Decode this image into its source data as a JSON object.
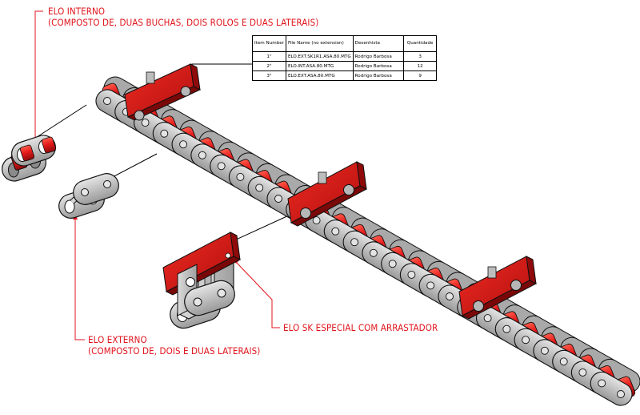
{
  "labels": {
    "elo_interno_title": "ELO INTERNO",
    "elo_interno_sub": "(COMPOSTO DE, DUAS BUCHAS, DOIS ROLOS E DUAS LATERAIS)",
    "elo_externo_title": "ELO EXTERNO",
    "elo_externo_sub": "(COMPOSTO DE, DOIS E DUAS LATERAIS)",
    "elo_sk_especial": "ELO SK ESPECIAL COM ARRASTADOR"
  },
  "bom": {
    "headers": {
      "item": "Item Number",
      "file": "File Name (no extension)",
      "designer": "Desenhista",
      "qty": "Quantidade"
    },
    "rows": [
      {
        "item": "1\"",
        "file": "ELO.EXT.SK1R1.ASA.80.MTG",
        "designer": "Rodrigo Barbosa",
        "qty": "3"
      },
      {
        "item": "2\"",
        "file": "ELO.INT.ASA.80.MTG",
        "designer": "Rodrigo Barbosa",
        "qty": "12"
      },
      {
        "item": "3\"",
        "file": "ELO.EXT.ASA.80.MTG",
        "designer": "Rodrigo Barbosa",
        "qty": "9"
      }
    ]
  },
  "colors": {
    "accent": "#e0141c",
    "roller": "#e41b1b",
    "roller_dark": "#a80e0e",
    "plate": "#c9c9c9",
    "plate_dark": "#8c8c8c",
    "outline": "#111111"
  }
}
